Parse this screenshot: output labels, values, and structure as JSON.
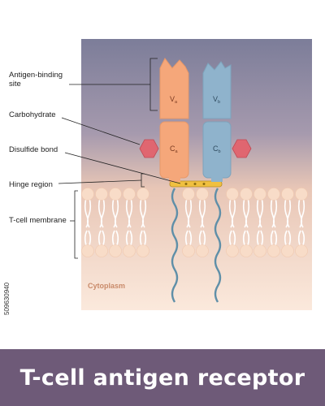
{
  "labels": {
    "antigen_binding": [
      "Antigen-binding",
      "site"
    ],
    "carbohydrate": "Carbohydrate",
    "disulfide": "Disulfide bond",
    "hinge": "Hinge region",
    "membrane": "T-cell membrane",
    "cytoplasm": "Cytoplasm"
  },
  "domains": {
    "v_alpha": {
      "main": "V",
      "sub": "a"
    },
    "v_beta": {
      "main": "V",
      "sub": "b"
    },
    "c_alpha": {
      "main": "C",
      "sub": "a"
    },
    "c_beta": {
      "main": "C",
      "sub": "b"
    }
  },
  "title": "T-cell antigen receptor",
  "stock_id": "509630940",
  "colors": {
    "alpha_chain": "#f5a77a",
    "beta_chain": "#8fb3cc",
    "carbohydrate": "#e06670",
    "disulfide": "#f0c040",
    "membrane_head": "#f8dcc8",
    "background_top": "#7a7c98",
    "background_bottom": "#fbe9dc",
    "footer": "#6e5a78"
  }
}
